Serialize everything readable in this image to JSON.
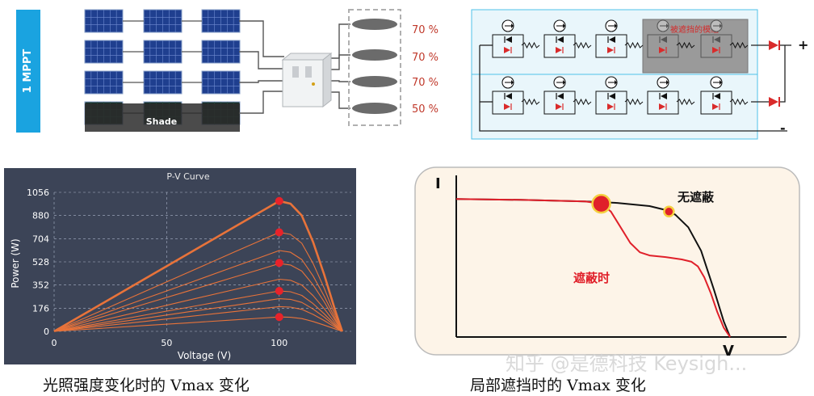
{
  "panel_system": {
    "mppt_label": "1 MPPT",
    "shade_label": "Shade",
    "percentages": [
      "70 %",
      "70 %",
      "70 %",
      "50 %"
    ],
    "module_row_count": 4,
    "modules_per_row": 3,
    "colors": {
      "mppt_blue": "#1aa3e0",
      "percent_red": "#c0392b",
      "panel_blue": "#1f3f8f"
    }
  },
  "circuit": {
    "shaded_label": "被遮挡的模组",
    "plus": "+",
    "minus": "-",
    "strings": 2,
    "modules_per_string": 5,
    "shaded_modules": [
      4,
      5
    ],
    "colors": {
      "background": "#e9f6fb",
      "border": "#4fc1e9",
      "diode_red": "#d92b2b",
      "shaded": "#9a9a9a"
    }
  },
  "chart_data": [
    {
      "type": "line",
      "title": "P-V Curve",
      "xlabel": "Voltage (V)",
      "ylabel": "Power (W)",
      "xlim": [
        0,
        132
      ],
      "ylim": [
        0,
        1056
      ],
      "xticks": [
        0,
        50,
        100
      ],
      "yticks": [
        0,
        176,
        352,
        528,
        704,
        880,
        1056
      ],
      "grid": true,
      "colors": {
        "background": "#3c4457",
        "line": "#e8733a",
        "marker": "#e8222a"
      },
      "series": [
        {
          "k": 1.0,
          "x": [
            0,
            20,
            40,
            60,
            80,
            90,
            100,
            105,
            110,
            115,
            120,
            125,
            128
          ],
          "y": [
            0,
            198,
            396,
            594,
            792,
            891,
            990,
            970,
            880,
            680,
            430,
            150,
            0
          ]
        },
        {
          "k": 0.76,
          "x": [
            0,
            20,
            40,
            60,
            80,
            90,
            100,
            105,
            110,
            115,
            120,
            125,
            128
          ],
          "y": [
            0,
            150,
            301,
            451,
            602,
            677,
            752,
            737,
            669,
            517,
            327,
            114,
            0
          ]
        },
        {
          "k": 0.62,
          "x": [
            0,
            20,
            40,
            60,
            80,
            90,
            100,
            105,
            110,
            115,
            120,
            125,
            128
          ],
          "y": [
            0,
            123,
            246,
            368,
            491,
            552,
            614,
            601,
            546,
            422,
            267,
            93,
            0
          ]
        },
        {
          "k": 0.52,
          "x": [
            0,
            20,
            40,
            60,
            80,
            90,
            100,
            105,
            110,
            115,
            120,
            125,
            128
          ],
          "y": [
            0,
            103,
            206,
            309,
            412,
            463,
            515,
            504,
            458,
            354,
            224,
            78,
            0
          ]
        },
        {
          "k": 0.4,
          "x": [
            0,
            20,
            40,
            60,
            80,
            90,
            100,
            105,
            110,
            115,
            120,
            125,
            128
          ],
          "y": [
            0,
            79,
            158,
            238,
            317,
            356,
            396,
            388,
            352,
            272,
            172,
            60,
            0
          ]
        },
        {
          "k": 0.31,
          "x": [
            0,
            20,
            40,
            60,
            80,
            90,
            100,
            105,
            110,
            115,
            120,
            125,
            128
          ],
          "y": [
            0,
            61,
            123,
            184,
            246,
            276,
            307,
            301,
            273,
            211,
            133,
            47,
            0
          ]
        },
        {
          "k": 0.25,
          "x": [
            0,
            20,
            40,
            60,
            80,
            90,
            100,
            105,
            110,
            115,
            120,
            125,
            128
          ],
          "y": [
            0,
            50,
            99,
            149,
            198,
            223,
            248,
            243,
            220,
            170,
            108,
            38,
            0
          ]
        },
        {
          "k": 0.19,
          "x": [
            0,
            20,
            40,
            60,
            80,
            90,
            100,
            105,
            110,
            115,
            120,
            125,
            128
          ],
          "y": [
            0,
            38,
            75,
            113,
            150,
            169,
            188,
            184,
            167,
            129,
            82,
            29,
            0
          ]
        },
        {
          "k": 0.11,
          "x": [
            0,
            20,
            40,
            60,
            80,
            90,
            100,
            105,
            110,
            115,
            120,
            125,
            128
          ],
          "y": [
            0,
            22,
            44,
            65,
            87,
            98,
            109,
            107,
            97,
            75,
            47,
            17,
            0
          ]
        }
      ],
      "markers": [
        {
          "x": 100,
          "y": 990
        },
        {
          "x": 100,
          "y": 752
        },
        {
          "x": 100,
          "y": 520
        },
        {
          "x": 100,
          "y": 307
        },
        {
          "x": 100,
          "y": 109
        }
      ],
      "caption": "光照强度变化时的 Vmax 变化"
    },
    {
      "type": "line",
      "xlabel": "V",
      "ylabel": "I",
      "xlim": [
        0,
        100
      ],
      "ylim": [
        0,
        100
      ],
      "grid": false,
      "colors": {
        "background": "#fdf4e8",
        "normal": "#111111",
        "shaded": "#e0202a",
        "marker_fill": "#e0202a",
        "marker_ring": "#f4d03f"
      },
      "series": [
        {
          "name": "无遮蔽",
          "x": [
            0,
            20,
            40,
            50,
            60,
            65,
            68,
            72,
            76,
            80,
            83,
            85
          ],
          "y": [
            88,
            87.5,
            86.5,
            85.5,
            83.5,
            81,
            78,
            70,
            55,
            30,
            10,
            0
          ]
        },
        {
          "name": "遮蔽时",
          "x": [
            0,
            20,
            40,
            45,
            48,
            51,
            54,
            57,
            60,
            65,
            70,
            73,
            75,
            77,
            79,
            81,
            83,
            85
          ],
          "y": [
            88,
            87.5,
            86.5,
            85,
            80,
            70,
            60,
            54,
            52,
            51,
            49.5,
            48,
            45,
            38,
            28,
            16,
            6,
            0
          ]
        }
      ],
      "markers": [
        {
          "x": 45,
          "y": 85,
          "size": "large"
        },
        {
          "x": 66,
          "y": 80,
          "size": "small"
        }
      ],
      "caption": "局部遮挡时的 Vmax 变化"
    }
  ],
  "watermark": "知乎 @是德科技 Keysigh..."
}
